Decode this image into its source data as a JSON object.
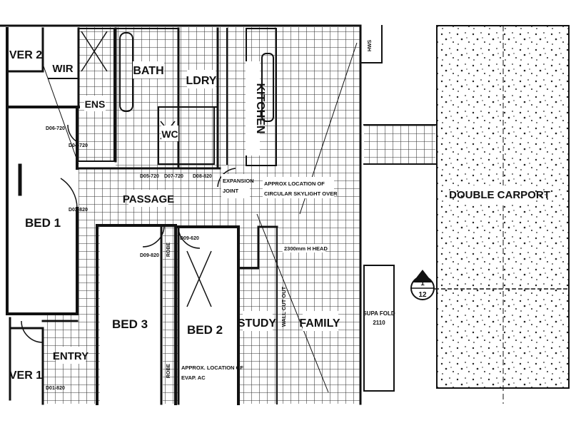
{
  "rooms": {
    "ver2": "VER 2",
    "wir": "WIR",
    "ens": "ENS",
    "bath": "BATH",
    "ldry": "LDRY",
    "kitchen": "KITCHEN",
    "wc": "WC",
    "passage": "PASSAGE",
    "bed1": "BED 1",
    "bed3": "BED 3",
    "bed2": "BED 2",
    "study": "STUDY",
    "family": "FAMILY",
    "ver1": "VER 1",
    "entry": "ENTRY",
    "double_carport": "DOUBLE CARPORT"
  },
  "notes": {
    "expansion_joint_1": "EXPANSION",
    "expansion_joint_2": "JOINT",
    "skylight_1": "APPROX LOCATION OF",
    "skylight_2": "CIRCULAR SKYLIGHT OVER",
    "head_height": "2300mm H HEAD",
    "evap_ac_1": "APPROX. LOCATION OF",
    "evap_ac_2": "EVAP. AC",
    "wall_cut_out": "WALL CUT OUT",
    "supa_fold_1": "SUPA FOLD",
    "supa_fold_2": "2110",
    "robe_1": "ROBE",
    "robe_2": "ROBE",
    "hws": "HWS"
  },
  "door_tags": [
    "D06-720",
    "D04-720",
    "D05-720",
    "D07-720",
    "D08-820",
    "D02-820",
    "D09-820",
    "D09-620",
    "D01-820"
  ],
  "section_marker": {
    "top": "1",
    "bottom": "12"
  },
  "colors": {
    "line": "#111111",
    "tile": "#333333",
    "background": "#ffffff"
  }
}
